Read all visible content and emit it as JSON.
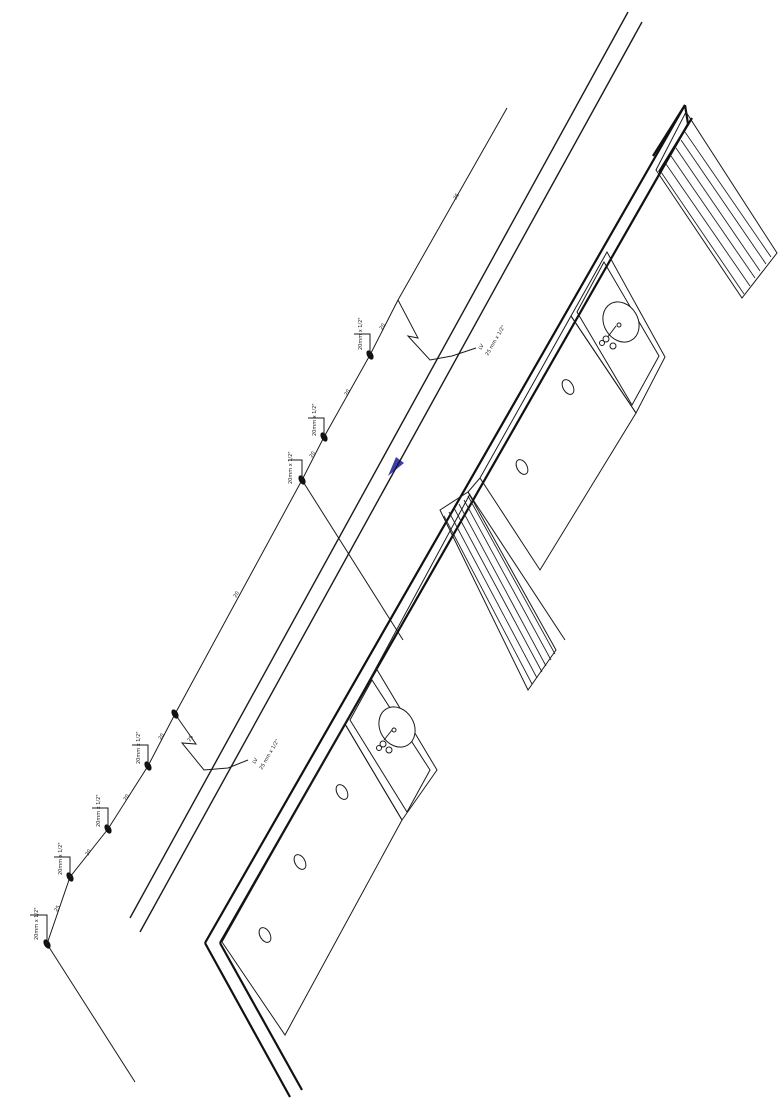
{
  "drawing": {
    "nodes": [
      {
        "label": "20mm x 1/2\""
      },
      {
        "label": "20mm x 1/2\""
      },
      {
        "label": "20mm x 1/2\""
      },
      {
        "label": "20mm x 1/2\""
      },
      {
        "label": "20mm x 1/2\""
      },
      {
        "label": "20mm x 1/2\""
      },
      {
        "label": "20mm x 1/2\""
      }
    ],
    "valve_labels": [
      "LV",
      "LV"
    ],
    "valve_sizes": [
      "25 mm x 1/2\"",
      "25 mm x 1/2\""
    ],
    "segment_labels": [
      "25",
      "20",
      "20",
      "20",
      "20",
      "20",
      "20",
      "20",
      "25",
      "25"
    ],
    "colors": {
      "line": "#111111",
      "background": "#ffffff",
      "arrow": "#3a3fb0"
    }
  }
}
